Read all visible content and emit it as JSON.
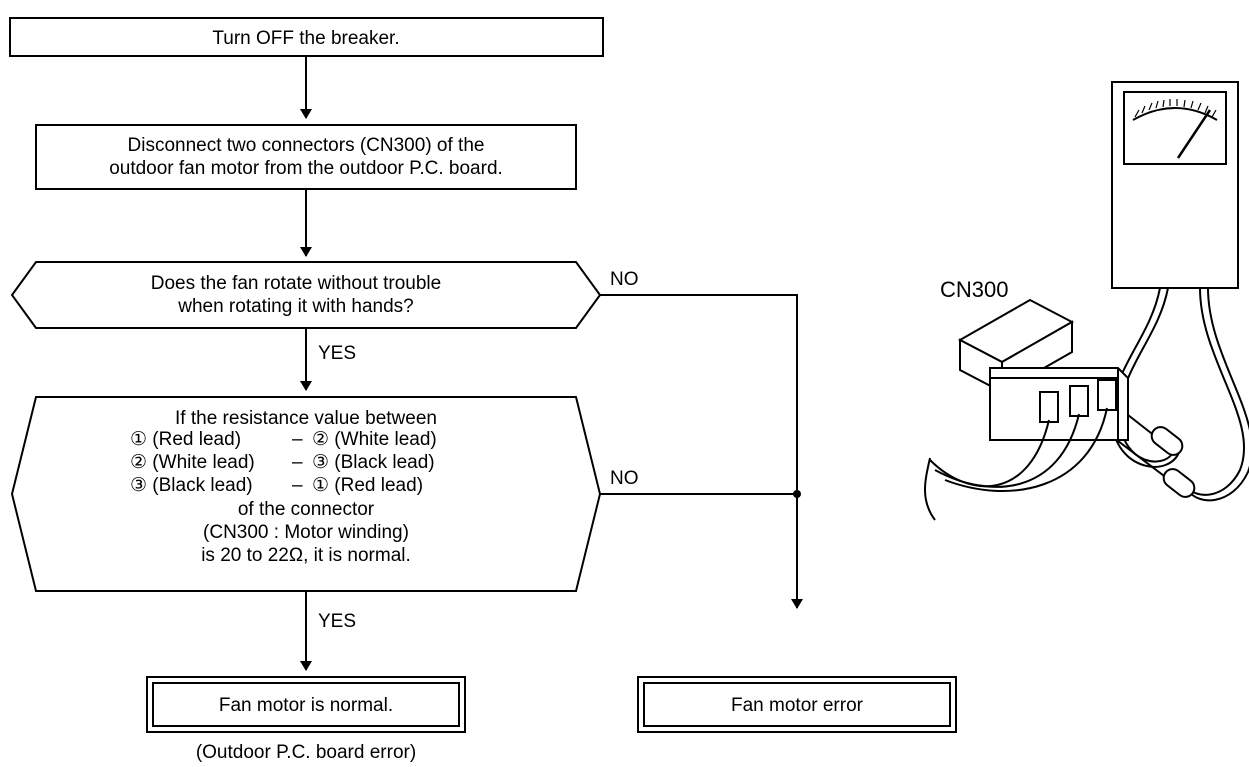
{
  "steps": {
    "breaker": "Turn OFF the breaker.",
    "disconnect": [
      "Disconnect two connectors (CN300) of the",
      "outdoor fan motor from the outdoor P.C. board."
    ]
  },
  "decisions": {
    "rotate": [
      "Does the fan rotate without trouble",
      "when rotating it with hands?"
    ],
    "resistance": {
      "intro": "If the resistance value between",
      "pairs": [
        {
          "a": "① (Red lead)",
          "dash": "–",
          "b": "② (White lead)"
        },
        {
          "a": "② (White lead)",
          "dash": "–",
          "b": "③ (Black lead)"
        },
        {
          "a": "③ (Black lead)",
          "dash": "–",
          "b": "① (Red lead)"
        }
      ],
      "tail": [
        "of the connector",
        "(CN300 : Motor winding)",
        "is 20 to 22Ω, it is normal."
      ]
    }
  },
  "branches": {
    "yes": "YES",
    "no": "NO"
  },
  "results": {
    "normal": "Fan motor is normal.",
    "normal_note": "(Outdoor P.C. board error)",
    "error": "Fan motor error"
  },
  "illustration": {
    "connector_label": "CN300",
    "meter_icon": "analog-ohmmeter-icon",
    "connector_icon": "three-pin-connector-icon"
  }
}
